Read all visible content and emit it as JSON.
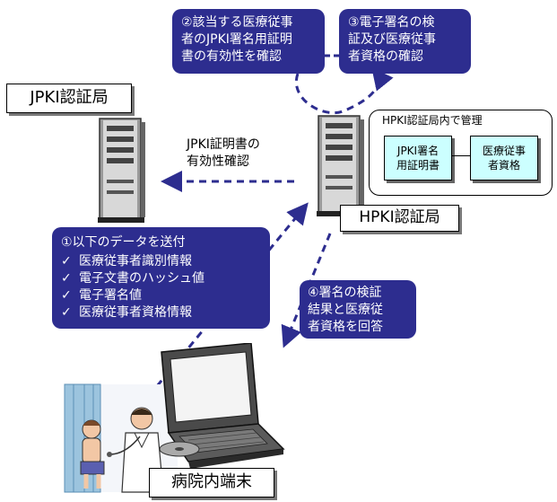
{
  "bubble2": "②該当する医療従事者のJPKI署名用証明書の有効性を確認",
  "bubble2_lines": [
    "②該当する医療従事",
    "者のJPKI署名用証明",
    "書の有効性を確認"
  ],
  "bubble3_lines": [
    "③電子署名の検",
    "証及び医療従事",
    "者資格の確認"
  ],
  "jpki_authority": "JPKI認証局",
  "hpki_authority": "HPKI認証局",
  "jpki_validity_check_lines": [
    "JPKI証明書の",
    "有効性確認"
  ],
  "mgmt_panel": {
    "title": "HPKI認証局内で管理",
    "cert1_lines": [
      "JPKI署名",
      "用証明書"
    ],
    "cert2_lines": [
      "医療従事",
      "者資格"
    ]
  },
  "bubble1": {
    "title": "①以下のデータを送付",
    "check": "✓",
    "items": [
      "医療従事者識別情報",
      "電子文書のハッシュ値",
      "電子署名値",
      "医療従事者資格情報"
    ]
  },
  "bubble4_lines": [
    "④署名の検証",
    "結果と医療従",
    "者資格を回答"
  ],
  "hospital_terminal": "病院内端末",
  "colors": {
    "bubble": "#2d2d8f",
    "arrow": "#2d2d8f",
    "cert_fill": "#ccffff"
  }
}
